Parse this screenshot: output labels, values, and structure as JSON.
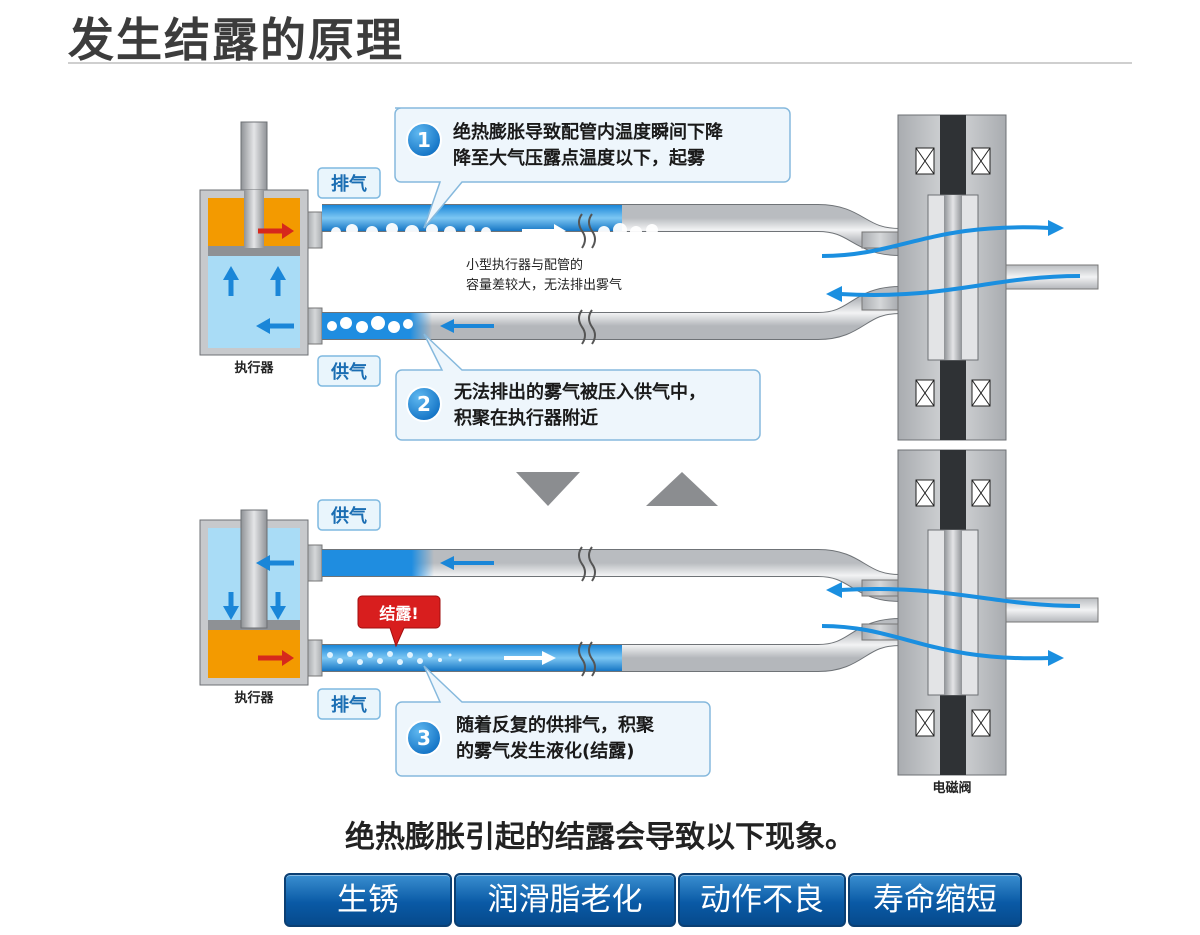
{
  "title": "发生结露的原理",
  "top_panel": {
    "exhaust_tag": "排气",
    "supply_tag": "供气",
    "actuator_label": "执行器",
    "note_line1": "小型执行器与配管的",
    "note_line2": "容量差较大，无法排出雾气",
    "callout1": {
      "number": "1",
      "line1": "绝热膨胀导致配管内温度瞬间下降",
      "line2": "降至大气压露点温度以下，起雾"
    },
    "callout2": {
      "number": "2",
      "line1": "无法排出的雾气被压入供气中，",
      "line2": "积聚在执行器附近"
    }
  },
  "bottom_panel": {
    "supply_tag": "供气",
    "exhaust_tag": "排气",
    "actuator_label": "执行器",
    "condensation_badge": "结露!",
    "callout3": {
      "number": "3",
      "line1": "随着反复的供排气，积聚",
      "line2": "的雾气发生液化(结露)"
    }
  },
  "valve_label": "电磁阀",
  "conclusion": "绝热膨胀引起的结露会导致以下现象。",
  "effects": [
    "生锈",
    "润滑脂老化",
    "动作不良",
    "寿命缩短"
  ],
  "colors": {
    "accent_blue": "#0a5aa6",
    "air_blue": "#1a8fe0",
    "actuator_orange": "#f39a00",
    "red_badge": "#d81e1e"
  }
}
